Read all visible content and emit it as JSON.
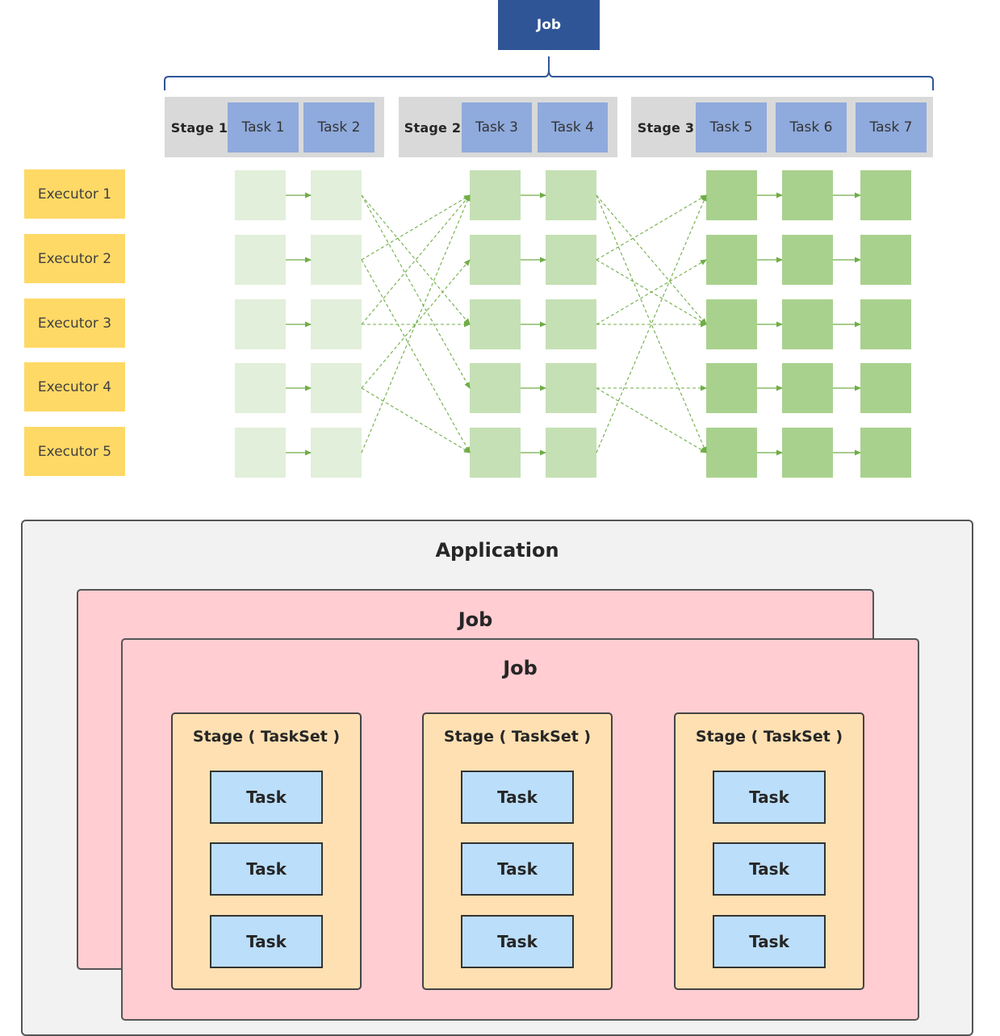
{
  "top": {
    "job_label": "Job",
    "stages": [
      {
        "name": "Stage 1",
        "tasks": [
          "Task 1",
          "Task 2"
        ]
      },
      {
        "name": "Stage 2",
        "tasks": [
          "Task 3",
          "Task 4"
        ]
      },
      {
        "name": "Stage 3",
        "tasks": [
          "Task 5",
          "Task 6",
          "Task 7"
        ]
      }
    ],
    "executors": [
      "Executor 1",
      "Executor 2",
      "Executor 3",
      "Executor 4",
      "Executor 5"
    ],
    "colors": {
      "job": "#2f5597",
      "task_header": "#8faadc",
      "stage_bar": "#d9d9d9",
      "executor": "#ffd966",
      "stage1_cell": "#e2efda",
      "stage2_cell": "#c5e0b4",
      "stage3_cell": "#a9d18e",
      "arrow": "#70ad47"
    }
  },
  "bottom": {
    "application_label": "Application",
    "job_back_label": "Job",
    "job_front_label": "Job",
    "stages": [
      {
        "title": "Stage ( TaskSet )",
        "tasks": [
          "Task",
          "Task",
          "Task"
        ]
      },
      {
        "title": "Stage ( TaskSet )",
        "tasks": [
          "Task",
          "Task",
          "Task"
        ]
      },
      {
        "title": "Stage ( TaskSet )",
        "tasks": [
          "Task",
          "Task",
          "Task"
        ]
      }
    ],
    "colors": {
      "application": "#f2f2f2",
      "job": "#ffcdd2",
      "stage": "#ffe0b2",
      "task": "#bbdefb"
    }
  }
}
